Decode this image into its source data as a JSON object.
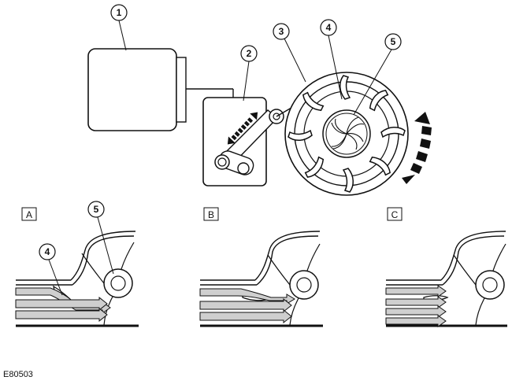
{
  "callouts": [
    "1",
    "2",
    "3",
    "4",
    "5"
  ],
  "panels": [
    {
      "label": "A",
      "callouts": [
        "4",
        "5"
      ]
    },
    {
      "label": "B",
      "callouts": []
    },
    {
      "label": "C",
      "callouts": []
    }
  ],
  "figure_id": "E80503",
  "colors": {
    "line": "#111111",
    "flow_fill": "#cfcfcf",
    "arrow_fill": "#111111"
  }
}
